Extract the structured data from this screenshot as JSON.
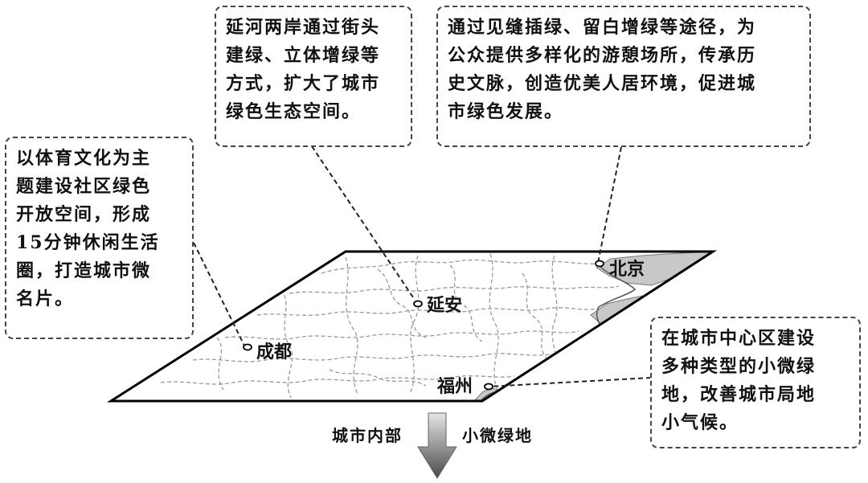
{
  "callouts": {
    "yanan": {
      "lines": [
        "延河两岸通过街头",
        "建绿、立体增绿等",
        "方式，扩大了城市",
        "绿色生态空间。"
      ]
    },
    "beijing": {
      "lines": [
        "通过见缝插绿、留白增绿等途径，为",
        "公众提供多样化的游憩场所，传承历",
        "史文脉，创造优美人居环境，促进城",
        "市绿色发展。"
      ]
    },
    "chengdu": {
      "lines": [
        "以体育文化为主",
        "题建设社区绿色",
        "开放空间，形成",
        "15分钟休闲生活",
        "圈，打造城市微",
        "名片。"
      ]
    },
    "fuzhou": {
      "lines": [
        "在城市中心区建设",
        "多种类型的小微绿",
        "地，改善城市局地",
        "小气候。"
      ]
    }
  },
  "cities": {
    "beijing": "北京",
    "yanan": "延安",
    "chengdu": "成都",
    "fuzhou": "福州"
  },
  "arrow": {
    "left_text": "城市内部",
    "right_text": "小微绿地"
  },
  "colors": {
    "sea": "#c8c8c8",
    "border": "#999999",
    "frame": "#000000"
  }
}
